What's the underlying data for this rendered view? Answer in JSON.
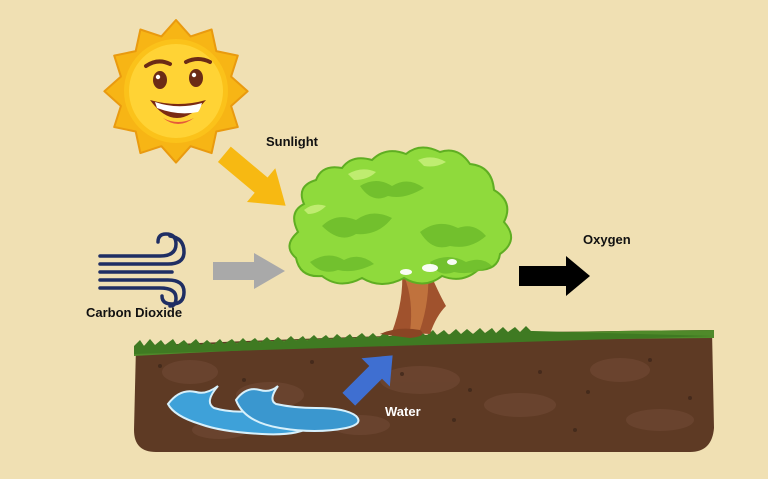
{
  "labels": {
    "sunlight": "Sunlight",
    "carbon_dioxide": "Carbon Dioxide",
    "oxygen": "Oxygen",
    "water": "Water"
  },
  "colors": {
    "background": "#f0e0b3",
    "sun": "#fbc21a",
    "sunlight_arrow": "#f7b912",
    "co2_arrow": "#a9a9a9",
    "oxygen_arrow": "#000000",
    "water_arrow": "#3f6fd1",
    "wind": "#1f2e63",
    "foliage": "#8fda3c",
    "trunk": "#a0522d",
    "soil": "#5e3a24",
    "grass": "#4f8a2a",
    "water": "#3ea1d9"
  },
  "icons": {
    "sun": "smiling-sun-icon",
    "wind": "wind-icon",
    "tree": "tree-icon",
    "water": "water-puddle-icon"
  }
}
